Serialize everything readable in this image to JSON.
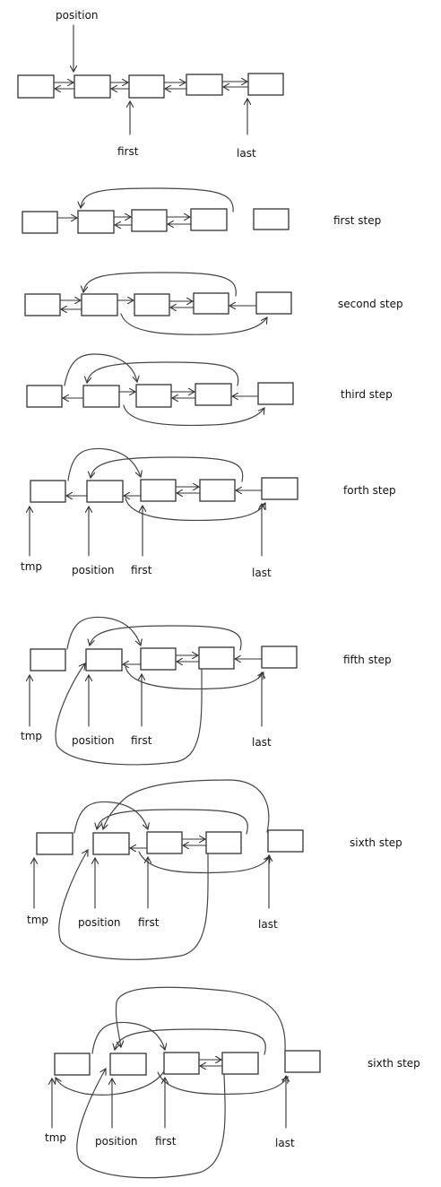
{
  "colors": {
    "ink": "#333333",
    "background": "#ffffff"
  },
  "panel0": {
    "labels": {
      "position": "position",
      "first": "first",
      "last": "last"
    }
  },
  "panel1": {
    "step": "first step"
  },
  "panel2": {
    "step": "second step"
  },
  "panel3": {
    "step": "third step"
  },
  "panel4": {
    "step": "forth step",
    "labels": {
      "tmp": "tmp",
      "position": "position",
      "first": "first",
      "last": "last"
    }
  },
  "panel5": {
    "step": "fifth step",
    "labels": {
      "tmp": "tmp",
      "position": "position",
      "first": "first",
      "last": "last"
    }
  },
  "panel6": {
    "step": "sixth step",
    "labels": {
      "tmp": "tmp",
      "position": "position",
      "first": "first",
      "last": "last"
    }
  },
  "panel7": {
    "step": "sixth step",
    "labels": {
      "tmp": "tmp",
      "position": "position",
      "first": "first",
      "last": "last"
    }
  }
}
